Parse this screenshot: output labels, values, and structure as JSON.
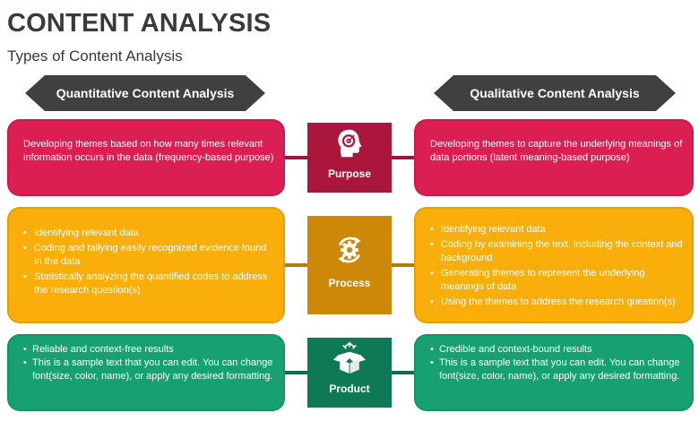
{
  "title": "CONTENT ANALYSIS",
  "subtitle": "Types of Content Analysis",
  "headers": {
    "left": "Quantitative Content Analysis",
    "right": "Qualitative Content Analysis"
  },
  "rows": [
    {
      "label": "Purpose",
      "icon": "target-head-icon",
      "left": "Developing themes based on how many times relevant information occurs in the data (frequency-based purpose)",
      "right": "Developing themes to capture the underlying meanings of data portions (latent meaning-based purpose)"
    },
    {
      "label": "Process",
      "icon": "gear-arrows-icon",
      "left_items": [
        "Identifying relevant data",
        "Coding and tallying easily recognized evidence found in the data",
        "Statistically analyzing the quantified codes to address the research question(s)"
      ],
      "right_items": [
        "Identifying relevant data",
        "Coding by examining the text, including the context and background",
        "Generating themes to represent the underlying meanings of data",
        "Using the themes to address the research question(s)"
      ]
    },
    {
      "label": "Product",
      "icon": "open-box-icon",
      "left_items": [
        "Reliable and context-free results",
        "This is a sample text that you can edit. You can change font(size, color, name), or apply any desired formatting."
      ],
      "right_items": [
        "Credible and context-bound results",
        "This is a sample text that you can edit. You can change font(size, color, name), or apply any desired formatting."
      ]
    }
  ],
  "colors": {
    "purpose": "#dc1f52",
    "process": "#f9ae0a",
    "product": "#17a170",
    "header": "#404040"
  }
}
